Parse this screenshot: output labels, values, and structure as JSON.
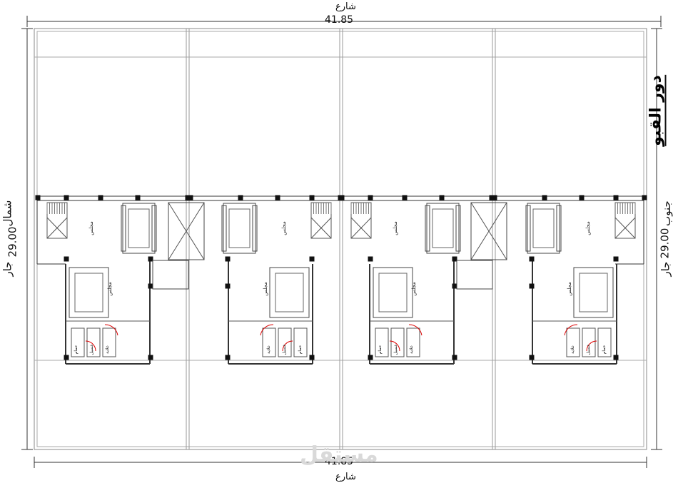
{
  "dims": {
    "top": "41.85",
    "bottom": "41.85",
    "left": "29.00",
    "right": "29.00"
  },
  "labels": {
    "north": "شمال",
    "south": "جنوب",
    "left_neighbor": "جار",
    "right_neighbor": "جار",
    "top_street": "شارع",
    "bottom_street": "شارع"
  },
  "title": "دور القبو",
  "rooms": {
    "majlis": "مجلس",
    "bath": "حمام",
    "laundry": "غسيل",
    "storage": "غلاية"
  },
  "watermark": "مستقل"
}
